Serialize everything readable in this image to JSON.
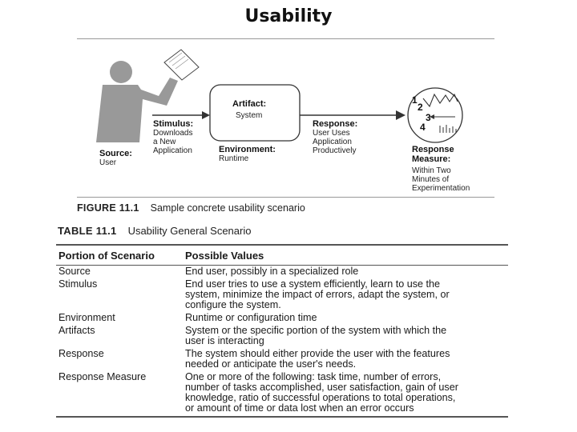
{
  "slide": {
    "title": "Usability"
  },
  "figure": {
    "source_title": "Source:",
    "source_value": "User",
    "stimulus_title": "Stimulus:",
    "stimulus_lines": [
      "Downloads",
      "a New",
      "Application"
    ],
    "artifact_title": "Artifact:",
    "artifact_value": "System",
    "environment_title": "Environment:",
    "environment_value": "Runtime",
    "response_title": "Response:",
    "response_lines": [
      "User Uses",
      "Application",
      "Productively"
    ],
    "response_measure_title_lines": [
      "Response",
      "Measure:"
    ],
    "response_measure_lines": [
      "Within Two",
      "Minutes of",
      "Experimentation"
    ],
    "measure_icon_numbers": [
      "1",
      "2",
      "3",
      "4"
    ],
    "caption_number": "FIGURE 11.1",
    "caption_text": "Sample concrete usability scenario"
  },
  "table": {
    "caption_number": "TABLE 11.1",
    "caption_text": "Usability General Scenario",
    "headers": [
      "Portion of Scenario",
      "Possible Values"
    ],
    "rows": [
      {
        "portion": "Source",
        "lines": [
          "End user, possibly in a specialized role"
        ]
      },
      {
        "portion": "Stimulus",
        "lines": [
          "End user tries to use a system efficiently, learn to use the",
          "system, minimize the impact of errors, adapt the system, or",
          "configure the system."
        ]
      },
      {
        "portion": "Environment",
        "lines": [
          "Runtime or configuration time"
        ]
      },
      {
        "portion": "Artifacts",
        "lines": [
          "System or the specific portion of the system with which the",
          "user is interacting"
        ]
      },
      {
        "portion": "Response",
        "lines": [
          "The system should either provide the user with the features",
          "needed or anticipate the user's needs."
        ]
      },
      {
        "portion": "Response Measure",
        "lines": [
          "One or more of the following: task time, number of errors,",
          "number of tasks accomplished, user satisfaction, gain of user",
          "knowledge, ratio of successful operations to total operations,",
          "or amount of time or data lost when an error occurs"
        ]
      }
    ]
  }
}
